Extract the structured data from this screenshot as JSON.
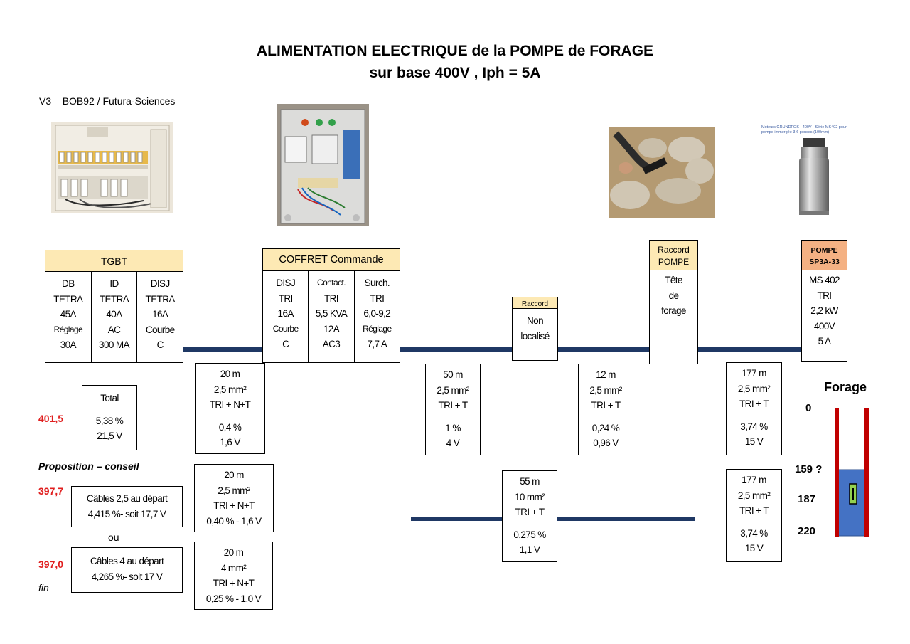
{
  "title": {
    "line1": "ALIMENTATION ELECTRIQUE de la POMPE de FORAGE",
    "line2": "sur base 400V , Iph = 5A"
  },
  "credit": "V3 – BOB92 / Futura-Sciences",
  "pump_photo_caption": "Moteurs GRUNDFOS - 400V - Série MS402 pour pompe immergée 3-6 pouces (100mm)",
  "tgbt": {
    "header": "TGBT",
    "cols": [
      {
        "lines": [
          "DB",
          "TETRA",
          "45A",
          "Réglage",
          "30A"
        ]
      },
      {
        "lines": [
          "ID",
          "TETRA",
          "40A",
          "AC",
          "300 MA"
        ]
      },
      {
        "lines": [
          "DISJ",
          "TETRA",
          "16A",
          "Courbe",
          "C"
        ]
      }
    ]
  },
  "coffret": {
    "header": "COFFRET Commande",
    "cols": [
      {
        "lines": [
          "DISJ",
          "TRI",
          "16A",
          "Courbe",
          "C"
        ]
      },
      {
        "lines": [
          "Contact.",
          "TRI",
          "5,5 KVA",
          "12A",
          "AC3"
        ]
      },
      {
        "lines": [
          "Surch.",
          "TRI",
          "6,0-9,2",
          "Réglage",
          "7,7 A"
        ]
      }
    ]
  },
  "junction": {
    "header": "Raccord",
    "lines": [
      "Non",
      "localisé"
    ]
  },
  "raccord_pompe": {
    "header_line1": "Raccord",
    "header_line2": "POMPE",
    "lines": [
      "Tête",
      "de",
      "forage"
    ]
  },
  "pompe": {
    "header_line1": "POMPE",
    "header_line2": "SP3A-33",
    "lines": [
      "MS 402",
      "TRI",
      "2,2 kW",
      "400V",
      "5 A"
    ]
  },
  "total": {
    "title": "Total",
    "pct": "5,38 %",
    "volt": "21,5 V",
    "value": "401,5"
  },
  "segments_top": [
    {
      "len": "20 m",
      "section": "2,5 mm²",
      "type": "TRI + N+T",
      "pct": "0,4 %",
      "volt": "1,6 V"
    },
    {
      "len": "50 m",
      "section": "2,5 mm²",
      "type": "TRI + T",
      "pct": "1 %",
      "volt": "4 V"
    },
    {
      "len": "12 m",
      "section": "2,5 mm²",
      "type": "TRI + T",
      "pct": "0,24 %",
      "volt": "0,96 V"
    },
    {
      "len": "177 m",
      "section": "2,5 mm²",
      "type": "TRI + T",
      "pct": "3,74 %",
      "volt": "15 V"
    }
  ],
  "proposal": {
    "title": "Proposition – conseil",
    "opt1": {
      "value": "397,7",
      "line1": "Câbles 2,5  au départ",
      "line2": "4,415 %- soit 17,7 V"
    },
    "or": "ou",
    "opt2": {
      "value": "397,0",
      "line1": "Câbles 4  au départ",
      "line2": "4,265 %- soit 17 V"
    },
    "fin": "fin",
    "seg1": {
      "len": "20 m",
      "section": "2,5 mm²",
      "type": "TRI + N+T",
      "drop": "0,40 % - 1,6 V"
    },
    "seg2": {
      "len": "20 m",
      "section": "4 mm²",
      "type": "TRI + N+T",
      "drop": "0,25 % - 1,0 V"
    },
    "seg3": {
      "len": "55 m",
      "section": "10 mm²",
      "type": "TRI + T",
      "pct": "0,275 %",
      "volt": "1,1 V"
    },
    "seg4": {
      "len": "177 m",
      "section": "2,5 mm²",
      "type": "TRI + T",
      "pct": "3,74 %",
      "volt": "15 V"
    }
  },
  "forage": {
    "title": "Forage",
    "depths": [
      "0",
      "159 ?",
      "187",
      "220"
    ]
  },
  "colors": {
    "wire": "#1f3864",
    "header": "#fde9b4",
    "pump_header": "#f4b183",
    "casing": "#c00000",
    "water": "#4472c4",
    "pump": "#92d050"
  }
}
